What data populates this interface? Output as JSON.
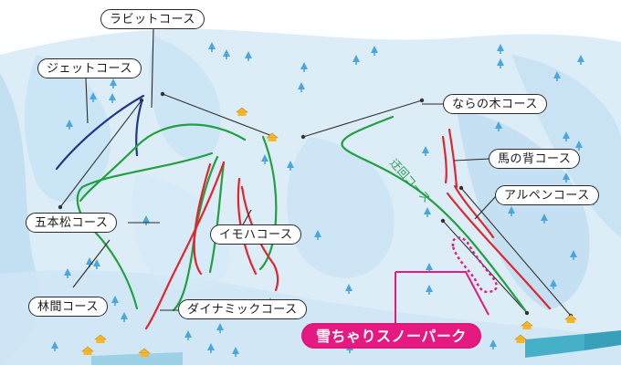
{
  "courses": {
    "rabbit": "ラビットコース",
    "jet": "ジェットコース",
    "narano": "ならの木コース",
    "umanose": "馬の背コース",
    "alpen": "アルペンコース",
    "gohon": "五本松コース",
    "imoha": "イモハコース",
    "rinkan": "林間コース",
    "dynamic": "ダイナミックコース"
  },
  "snow_park": "雪ちゃりスノーパーク",
  "detour_label": "迂回コース",
  "colors": {
    "beginner": "#20a040",
    "intermediate": "#e0262c",
    "advanced": "#1f3a8a",
    "park_accent": "#e5197f",
    "snow_light": "#e6f3fb",
    "snow_shade": "#bfdff1",
    "tree": "#4aa6dc",
    "lift_station": "#f5b72a"
  },
  "icons": [
    "tree-icon",
    "lift-station-icon"
  ]
}
